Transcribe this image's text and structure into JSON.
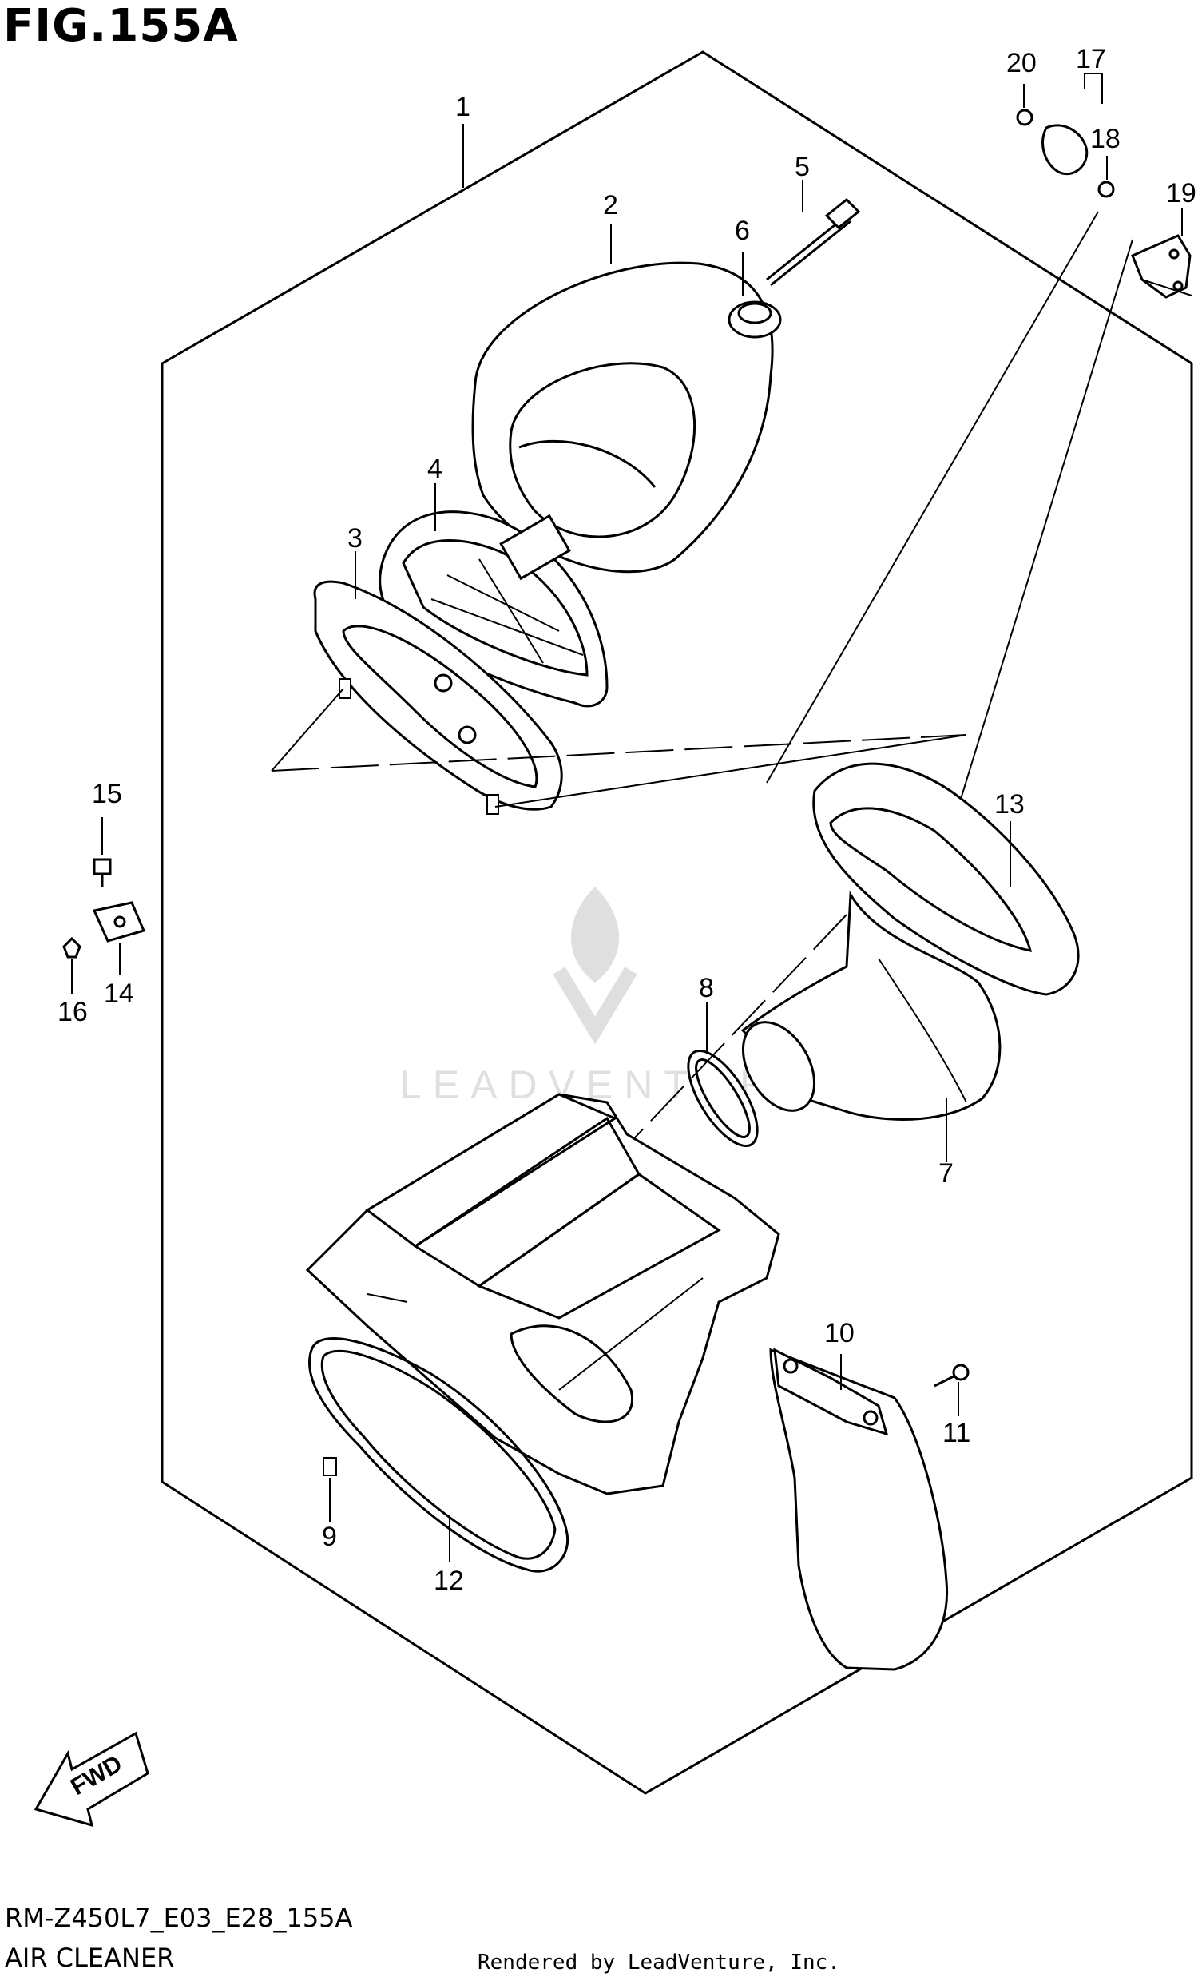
{
  "header": {
    "figure_title": "FIG.155A"
  },
  "callouts": [
    "1",
    "2",
    "3",
    "4",
    "5",
    "6",
    "7",
    "8",
    "9",
    "10",
    "11",
    "12",
    "13",
    "14",
    "15",
    "16",
    "17",
    "18",
    "19",
    "20"
  ],
  "direction": {
    "label": "FWD"
  },
  "footer": {
    "model_code": "RM-Z450L7_E03_E28_155A",
    "section_name": "AIR CLEANER",
    "rendered_by": "Rendered by LeadVenture, Inc."
  },
  "watermark": {
    "text": "LEADVENTURE"
  }
}
